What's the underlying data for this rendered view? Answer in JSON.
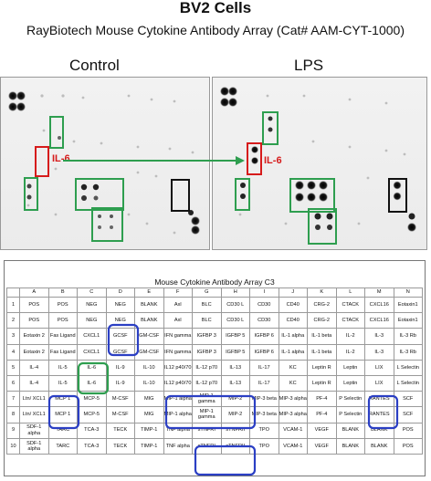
{
  "header": {
    "title": "BV2  Cells",
    "subtitle": "RayBiotech Mouse Cytokine Antibody Array (Cat# AAM-CYT-1000)"
  },
  "panels": {
    "control_label": "Control",
    "lps_label": "LPS",
    "il6_label": "IL-6",
    "marker_colors": {
      "red": "#d61b1b",
      "green": "#2e9e4f",
      "black": "#111111",
      "blue": "#2b3fc4",
      "arrow": "#2e9e4f"
    }
  },
  "array_table": {
    "title": "Mouse Cytokine Antibody Array C3",
    "column_headers": [
      "",
      "A",
      "B",
      "C",
      "D",
      "E",
      "F",
      "G",
      "H",
      "I",
      "J",
      "K",
      "L",
      "M",
      "N"
    ],
    "rows": [
      [
        "1",
        "POS",
        "POS",
        "NEG",
        "NEG",
        "BLANK",
        "Axl",
        "BLC",
        "CD30 L",
        "CD30",
        "CD40",
        "CRG-2",
        "CTACK",
        "CXCL16",
        "Eotaxin1"
      ],
      [
        "2",
        "POS",
        "POS",
        "NEG",
        "NEG",
        "BLANK",
        "Axl",
        "BLC",
        "CD30 L",
        "CD30",
        "CD40",
        "CRG-2",
        "CTACK",
        "CXCL16",
        "Eotaxin1"
      ],
      [
        "3",
        "Eotaxin 2",
        "Fas Ligand",
        "CXCL1",
        "GCSF",
        "GM-CSF",
        "IFN gamma",
        "IGFBP 3",
        "IGFBP 5",
        "IGFBP 6",
        "IL-1 alpha",
        "IL-1 beta",
        "IL-2",
        "IL-3",
        "IL-3 Rb"
      ],
      [
        "4",
        "Eotaxin 2",
        "Fas Ligand",
        "CXCL1",
        "GCSF",
        "GM-CSF",
        "IFN gamma",
        "IGFBP 3",
        "IGFBP 5",
        "IGFBP 6",
        "IL-1 alpha",
        "IL-1 beta",
        "IL-2",
        "IL-3",
        "IL-3 Rb"
      ],
      [
        "5",
        "IL-4",
        "IL-5",
        "IL-6",
        "IL-9",
        "IL-10",
        "IL12 p40/70",
        "IL-12 p70",
        "IL-13",
        "IL-17",
        "KC",
        "Leptin R",
        "Leptin",
        "LIX",
        "L Selectin"
      ],
      [
        "6",
        "IL-4",
        "IL-5",
        "IL-6",
        "IL-9",
        "IL-10",
        "IL12 p40/70",
        "IL-12 p70",
        "IL-13",
        "IL-17",
        "KC",
        "Leptin R",
        "Leptin",
        "LIX",
        "L Selectin"
      ],
      [
        "7",
        "Ltn/ XCL1",
        "MCP 1",
        "MCP-5",
        "M-CSF",
        "MIG",
        "MIP-1 alpha",
        "MIP-1 gamma",
        "MIP-2",
        "MIP-3 beta",
        "MIP-3 alpha",
        "PF-4",
        "P Selectin",
        "RANTES",
        "SCF"
      ],
      [
        "8",
        "Ltn/ XCL1",
        "MCP 1",
        "MCP-5",
        "M-CSF",
        "MIG",
        "MIP-1 alpha",
        "MIP-1 gamma",
        "MIP-2",
        "MIP-3 beta",
        "MIP-3 alpha",
        "PF-4",
        "P Selectin",
        "RANTES",
        "SCF"
      ],
      [
        "9",
        "SDF-1 alpha",
        "TARC",
        "TCA-3",
        "TECK",
        "TIMP-1",
        "TNF alpha",
        "sTNFRI",
        "sTNFRII",
        "TPO",
        "VCAM-1",
        "VEGF",
        "BLANK",
        "BLANK",
        "POS"
      ],
      [
        "10",
        "SDF-1 alpha",
        "TARC",
        "TCA-3",
        "TECK",
        "TIMP-1",
        "TNF alpha",
        "sTNFRI",
        "sTNFRII",
        "TPO",
        "VCAM-1",
        "VEGF",
        "BLANK",
        "BLANK",
        "POS"
      ]
    ]
  }
}
